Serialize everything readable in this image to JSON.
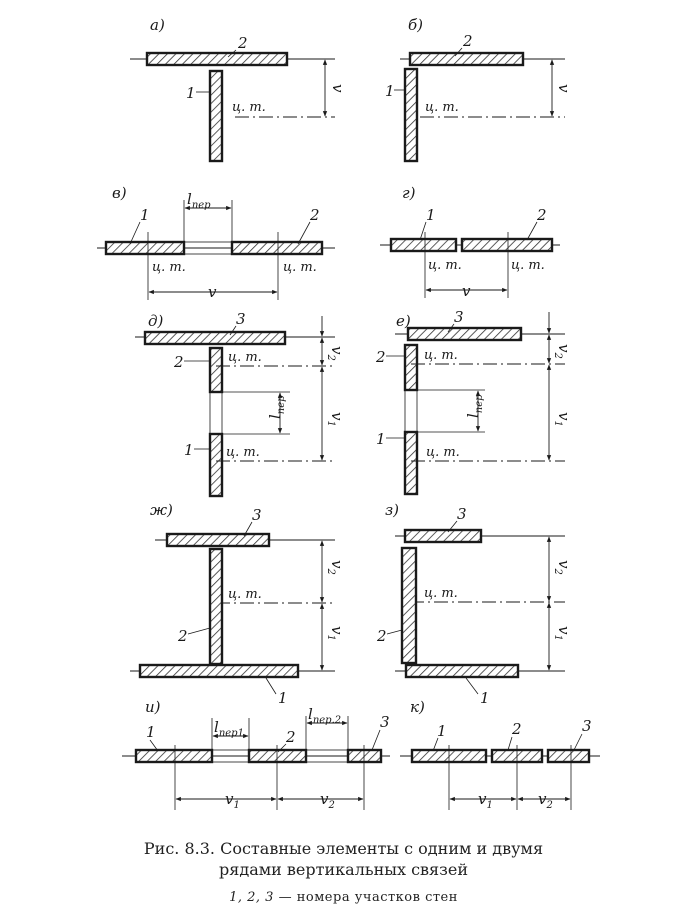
{
  "panels": {
    "a": "а)",
    "b": "б)",
    "v": "в)",
    "g": "г)",
    "d": "д)",
    "e": "е)",
    "zh": "ж)",
    "z": "з)",
    "i": "и)",
    "k": "к)"
  },
  "labels": {
    "n1": "1",
    "n2": "2",
    "n3": "3",
    "ct": "ц. т.",
    "v": "v",
    "v1_base": "v",
    "v1_sub": "1",
    "v2_base": "v",
    "v2_sub": "2",
    "l_base": "l",
    "lper_sub": "пер",
    "lper1_sub": "пер1",
    "lper2_sub": "пер.2"
  },
  "caption": {
    "line1": "Рис. 8.3. Составные элементы с одним и двумя",
    "line2": "рядами вертикальных связей",
    "note_nums": "1, 2, 3",
    "note_text": " — номера участков стен"
  }
}
